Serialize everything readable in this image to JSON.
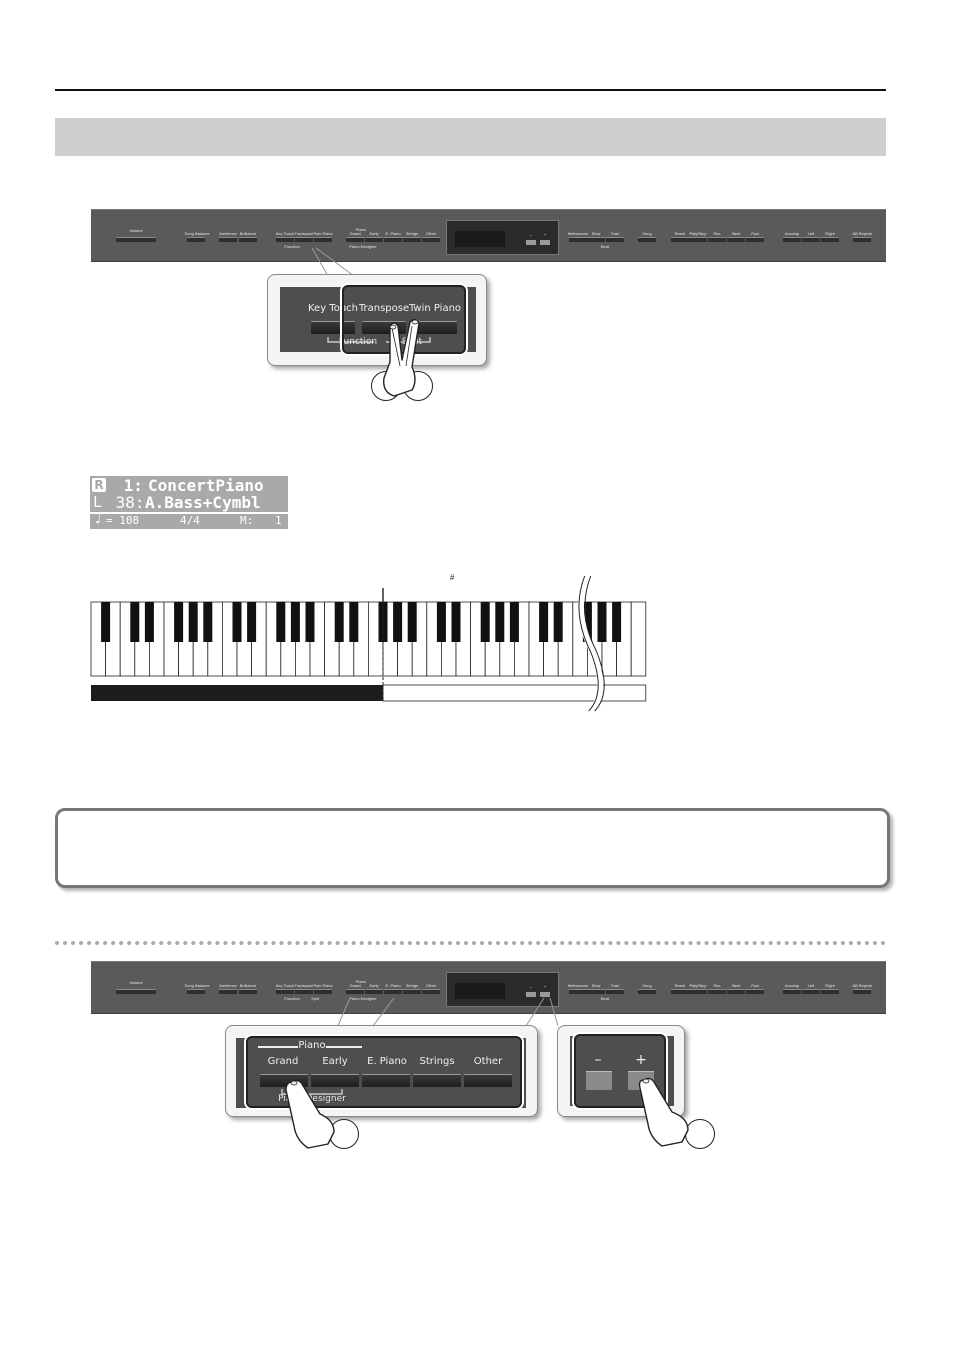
{
  "panel_labels": {
    "volume": "Volume",
    "song_balance": "Song Balance",
    "ambience": "Ambience",
    "brilliance": "Brilliance",
    "key_touch": "Key Touch",
    "transpose": "Transpose",
    "twin_piano": "Twin Piano",
    "function": "Function",
    "split": "Split",
    "piano": "Piano",
    "grand": "Grand",
    "early": "Early",
    "e_piano": "E. Piano",
    "strings": "Strings",
    "other": "Other",
    "piano_designer": "Piano Designer",
    "minus": "–",
    "plus": "+",
    "metronome": "Metronome",
    "slow": "Slow",
    "fast": "Fast",
    "beat": "Beat",
    "song": "Song",
    "reset": "Reset",
    "play_stop": "Play/Stop",
    "rec": "Rec",
    "bwd": "Bwd",
    "fwd": "Fwd",
    "accomp": "Accomp",
    "left": "Left",
    "right": "Right",
    "ab_repeat": "AB Repeat"
  },
  "callout1": {
    "key_touch": "Key Touch",
    "transpose": "Transpose",
    "twin_piano": "Twin Piano",
    "function": "Function",
    "split": "Split"
  },
  "lcd": {
    "row1_prefix": "R",
    "row1_num": " 1:",
    "row1_name": "ConcertPiano",
    "row2_prefix": "L",
    "row2_num": " 38:",
    "row2_name": "A.Bass+Cymbl",
    "tempo": "= 108",
    "beat": "4/4",
    "measure_label": "M:",
    "measure": "1"
  },
  "keyboard": {
    "sharp_mark": "#",
    "split_white_key_index": 20,
    "white_key_count": 38,
    "colors": {
      "left_zone": "#1c1c1c",
      "right_zone": "#ffffff"
    }
  },
  "callout2": {
    "piano": "Piano",
    "grand": "Grand",
    "early": "Early",
    "e_piano": "E. Piano",
    "strings": "Strings",
    "other": "Other",
    "piano_designer": "Piano Designer"
  },
  "callout3": {
    "minus": "–",
    "plus": "+"
  }
}
